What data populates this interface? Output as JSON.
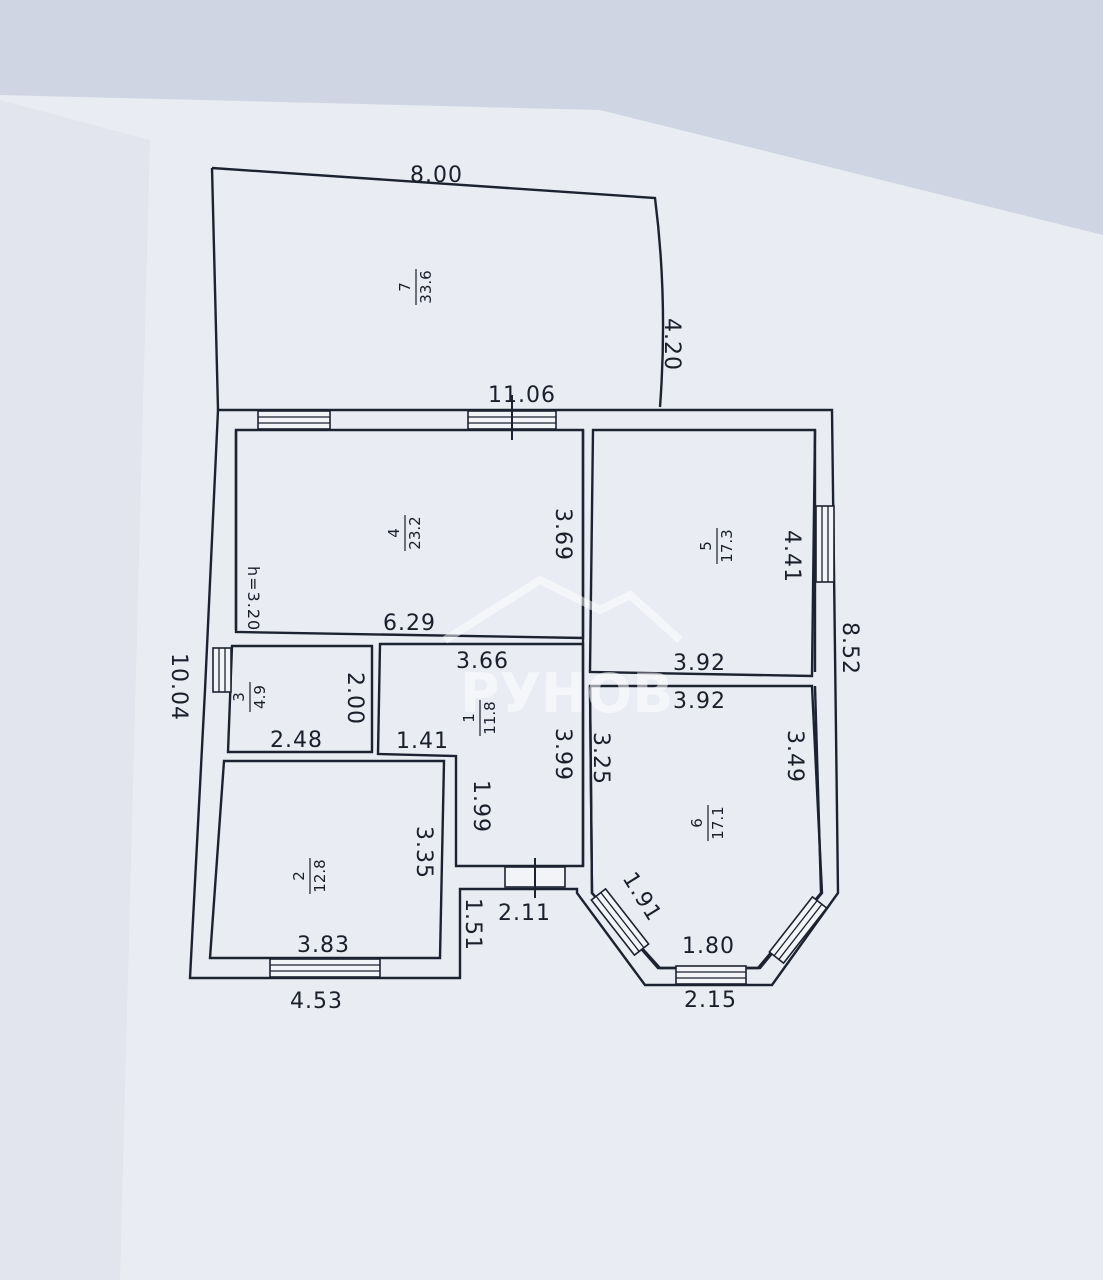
{
  "plan": {
    "dimensions": {
      "terrace_width": "8.00",
      "terrace_depth": "4.20",
      "house_width": "11.06",
      "house_depth": "10.04",
      "right_depth": "8.52",
      "room4_depth": "3.69",
      "room4_width": "6.29",
      "ceiling_height": "h=3.20",
      "room5_depth": "4.41",
      "room5_width": "3.92",
      "room6_width_top": "3.92",
      "room6_depth_left": "3.25",
      "room6_depth_right": "3.49",
      "room6_diag": "1.91",
      "room6_bottom_inner": "1.80",
      "room6_bottom_outer": "2.15",
      "hall_width": "3.66",
      "hall_depth": "3.99",
      "hall_lower_depth": "1.99",
      "hall_step": "1.41",
      "entrance_width": "2.11",
      "entrance_depth": "1.51",
      "room3_depth": "2.00",
      "room3_width": "2.48",
      "room2_depth": "3.35",
      "room2_width": "3.83",
      "front_width": "4.53"
    },
    "rooms": [
      {
        "number": "7",
        "area": "33.6"
      },
      {
        "number": "4",
        "area": "23.2"
      },
      {
        "number": "5",
        "area": "17.3"
      },
      {
        "number": "6",
        "area": "17.1"
      },
      {
        "number": "1",
        "area": "11.8"
      },
      {
        "number": "3",
        "area": "4.9"
      },
      {
        "number": "2",
        "area": "12.8"
      }
    ],
    "watermark": "РУНОВ"
  }
}
